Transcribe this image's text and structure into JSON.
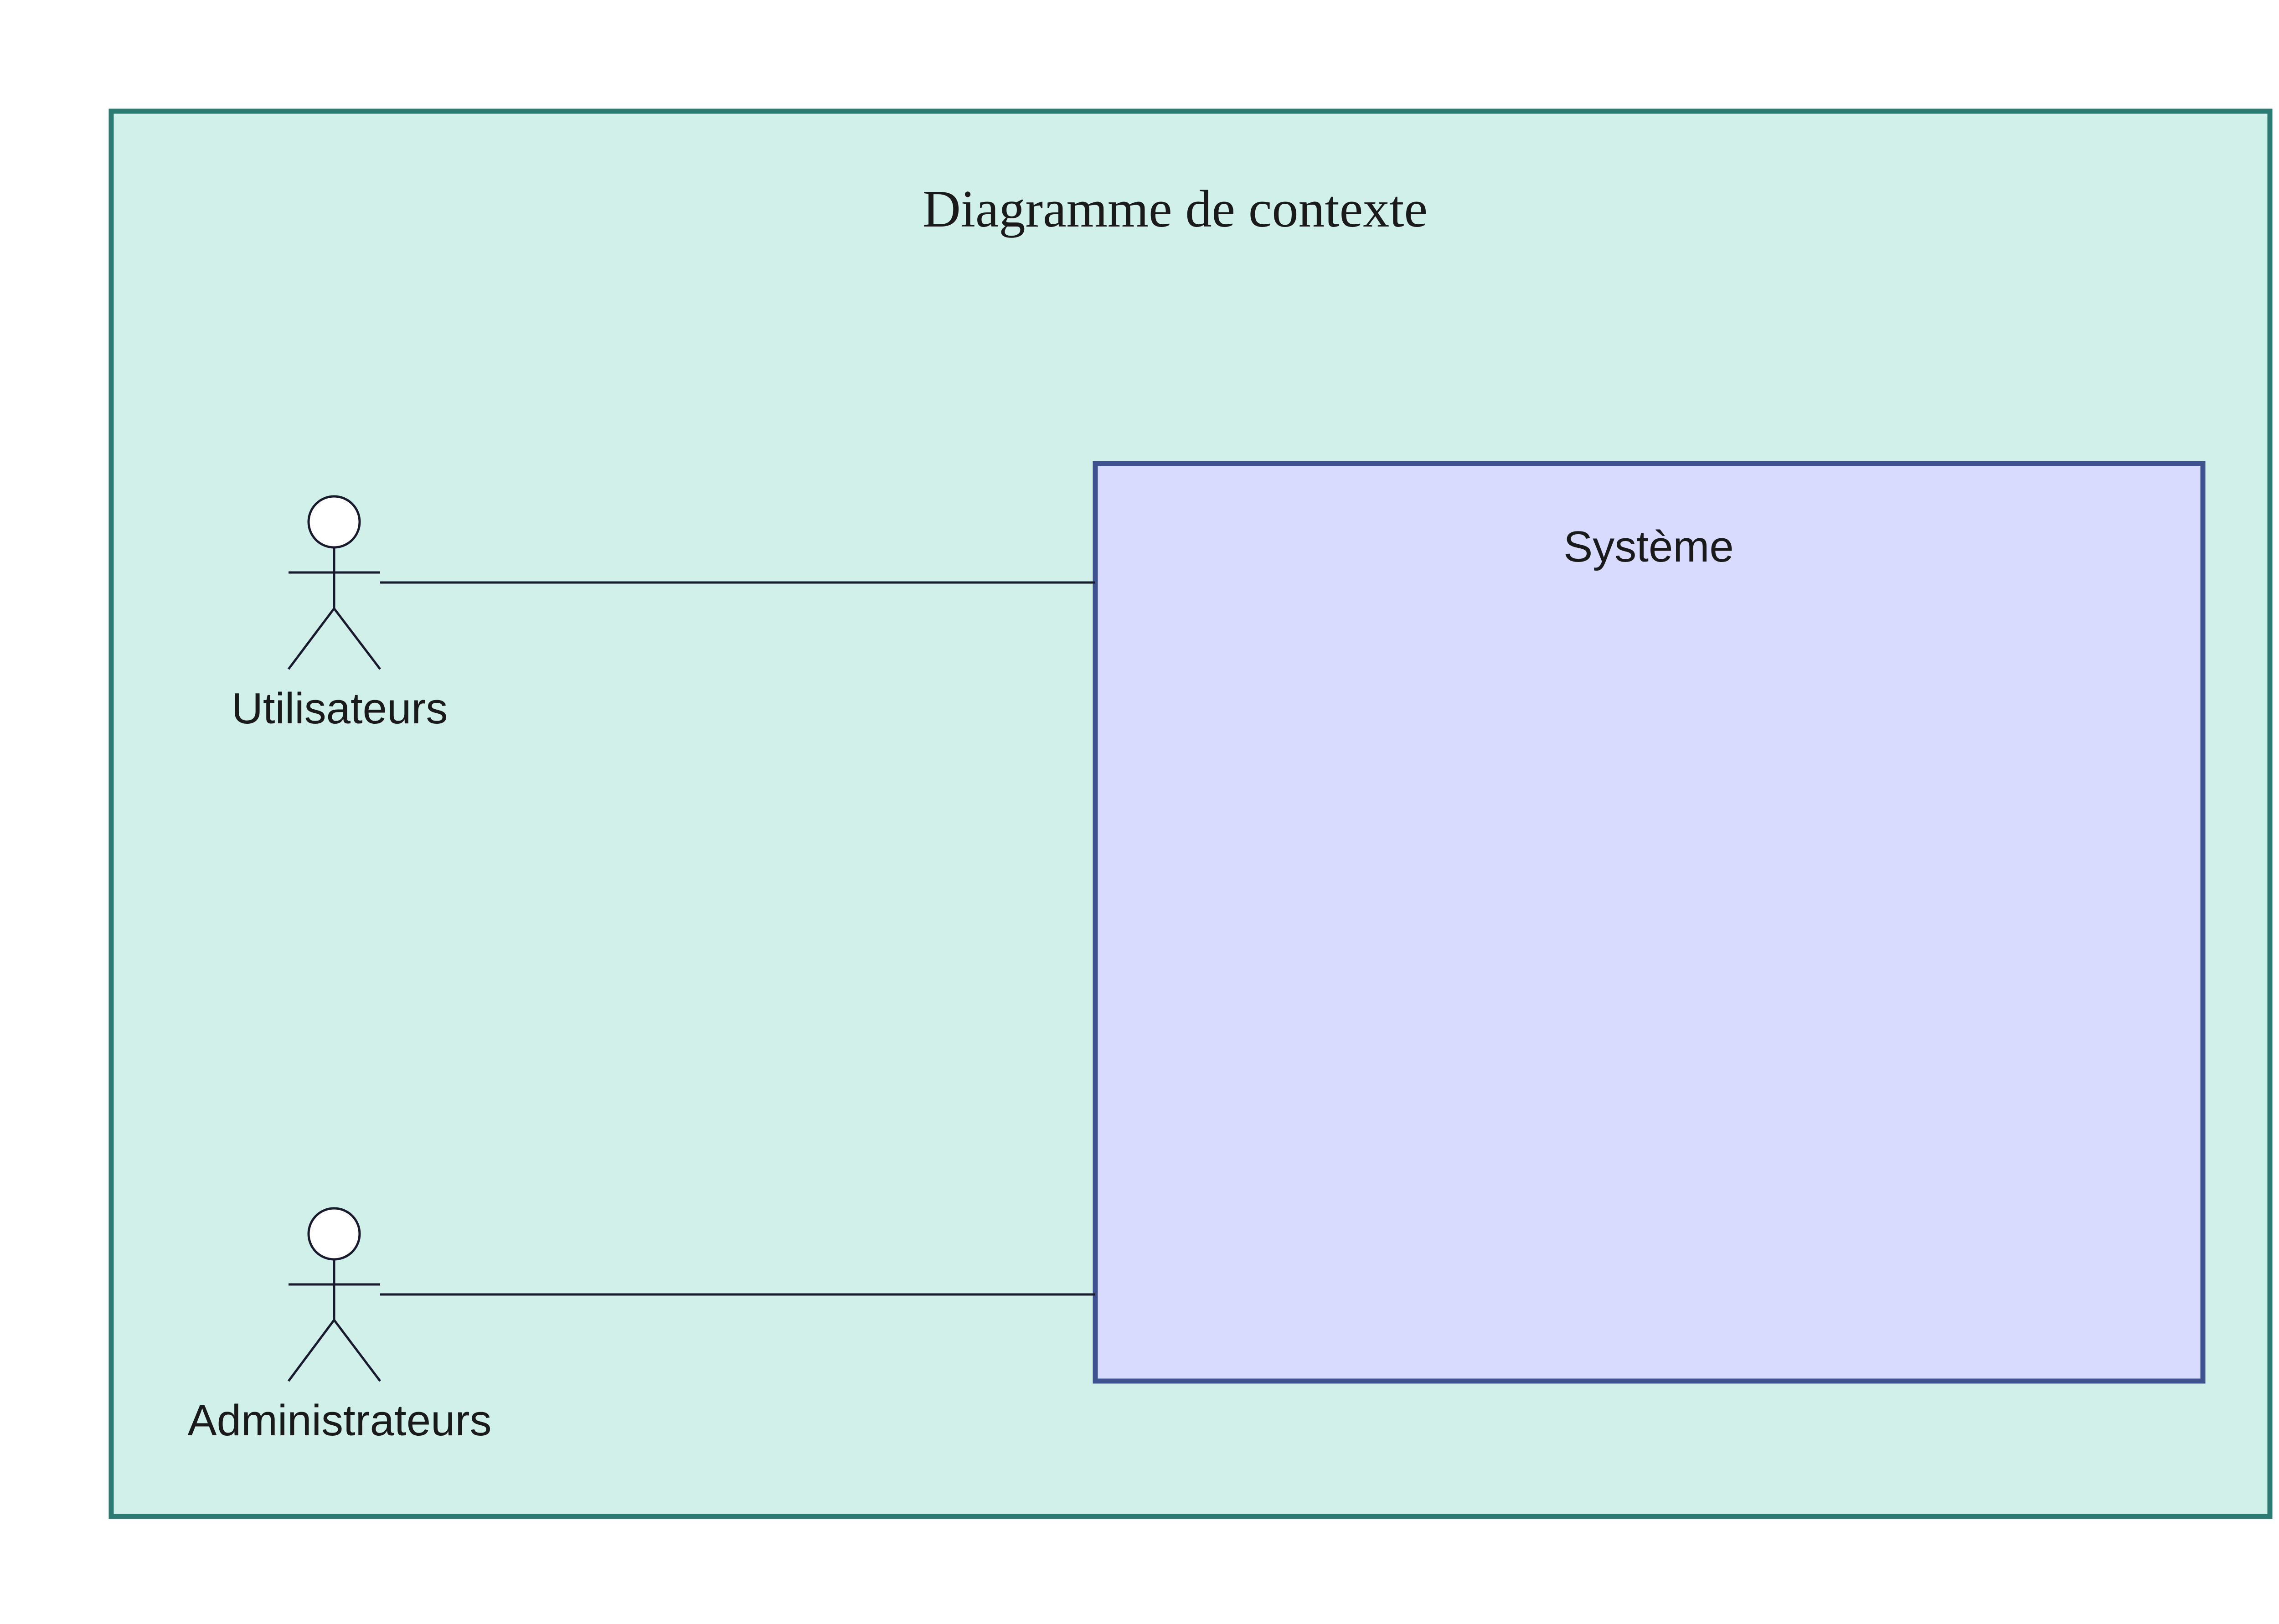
{
  "diagram": {
    "title": "Diagramme de contexte",
    "system": {
      "label": "Système"
    },
    "actors": [
      {
        "label": "Utilisateurs"
      },
      {
        "label": "Administrateurs"
      }
    ]
  },
  "colors": {
    "frame_fill": "#d1f0ea",
    "frame_stroke": "#2b7b72",
    "system_fill": "#d8dbfd",
    "system_stroke": "#3f5290",
    "line": "#1a1a2e",
    "text": "#1a1a1a"
  }
}
